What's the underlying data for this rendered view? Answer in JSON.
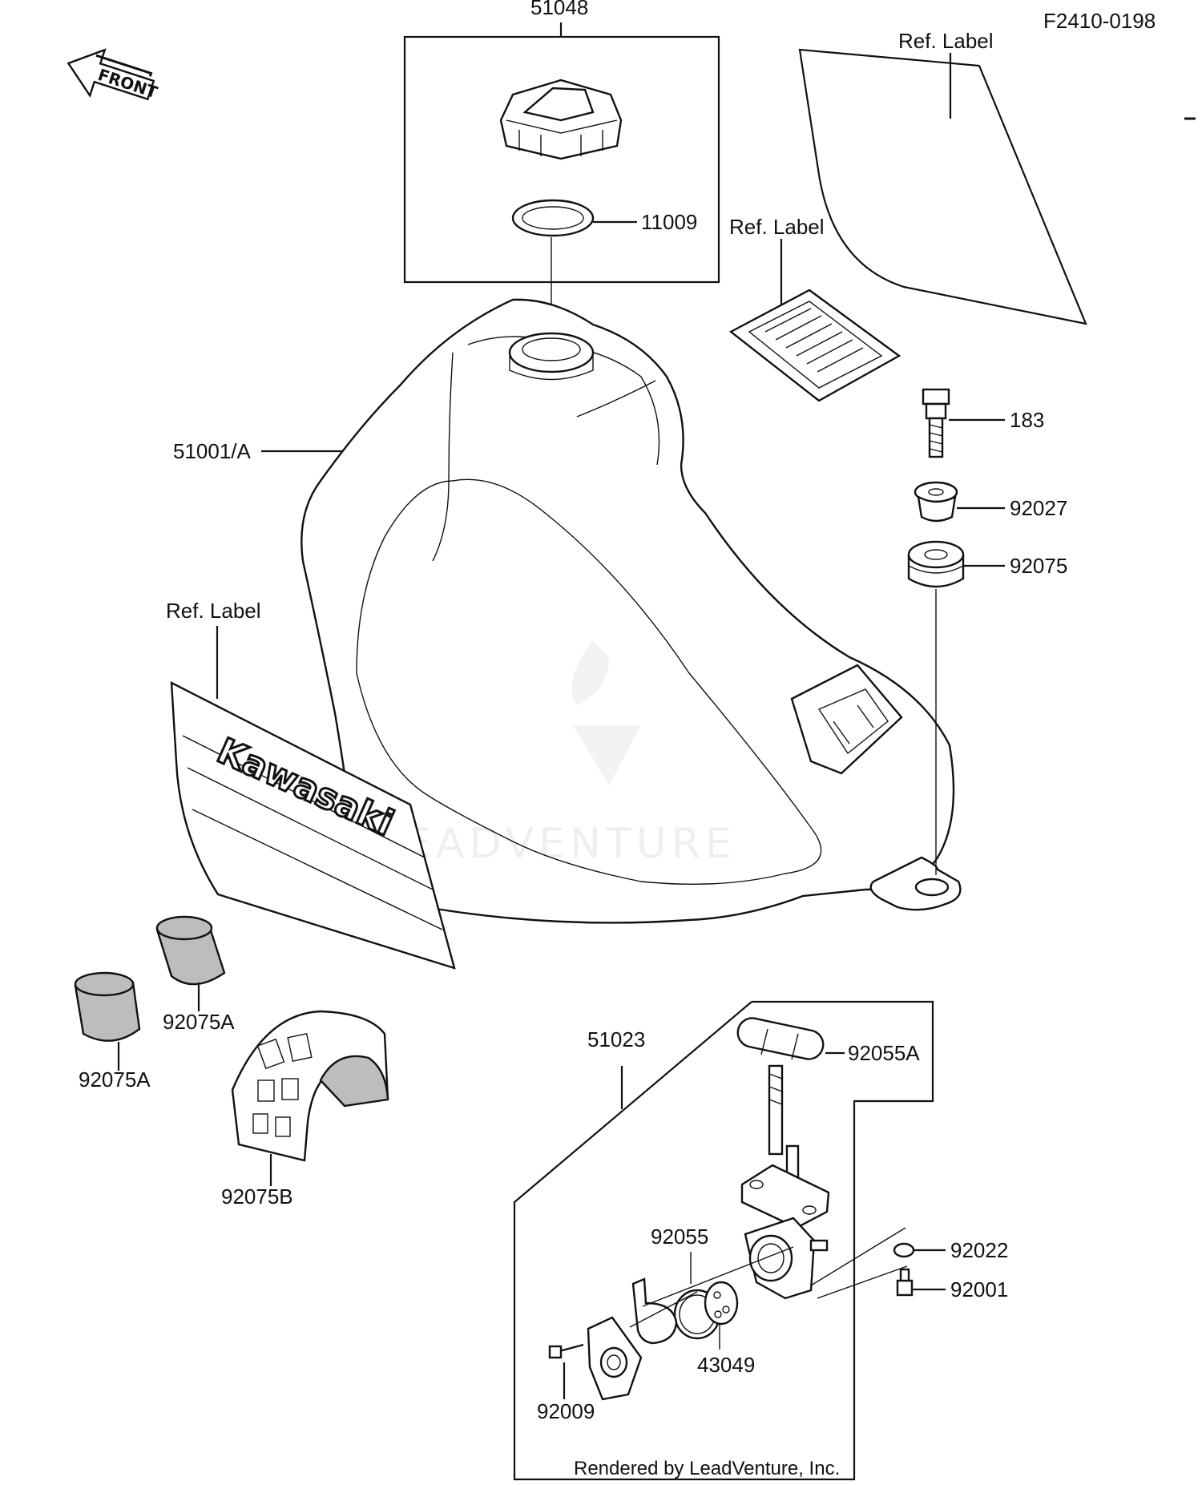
{
  "diagram_code": "F2410-0198",
  "front_arrow": {
    "text": "FRONT"
  },
  "callouts": {
    "p51048": "51048",
    "p11009": "11009",
    "ref_label_top_right": "Ref.  Label",
    "ref_label_middle": "Ref.  Label",
    "ref_label_left": "Ref.  Label",
    "p51001A": "51001/A",
    "p183": "183",
    "p92027": "92027",
    "p92075": "92075",
    "p92075A_upper": "92075A",
    "p92075A_lower": "92075A",
    "p92075B": "92075B",
    "p51023": "51023",
    "p92055A": "92055A",
    "p92055": "92055",
    "p92022": "92022",
    "p92001": "92001",
    "p43049": "43049",
    "p92009": "92009"
  },
  "decal_brand": "Kawasaki",
  "watermark": "LEADVENTURE",
  "footer_credit": "Rendered by LeadVenture, Inc.",
  "colors": {
    "ink": "#111111",
    "paper": "#ffffff",
    "foam": "#bdbdbd"
  }
}
